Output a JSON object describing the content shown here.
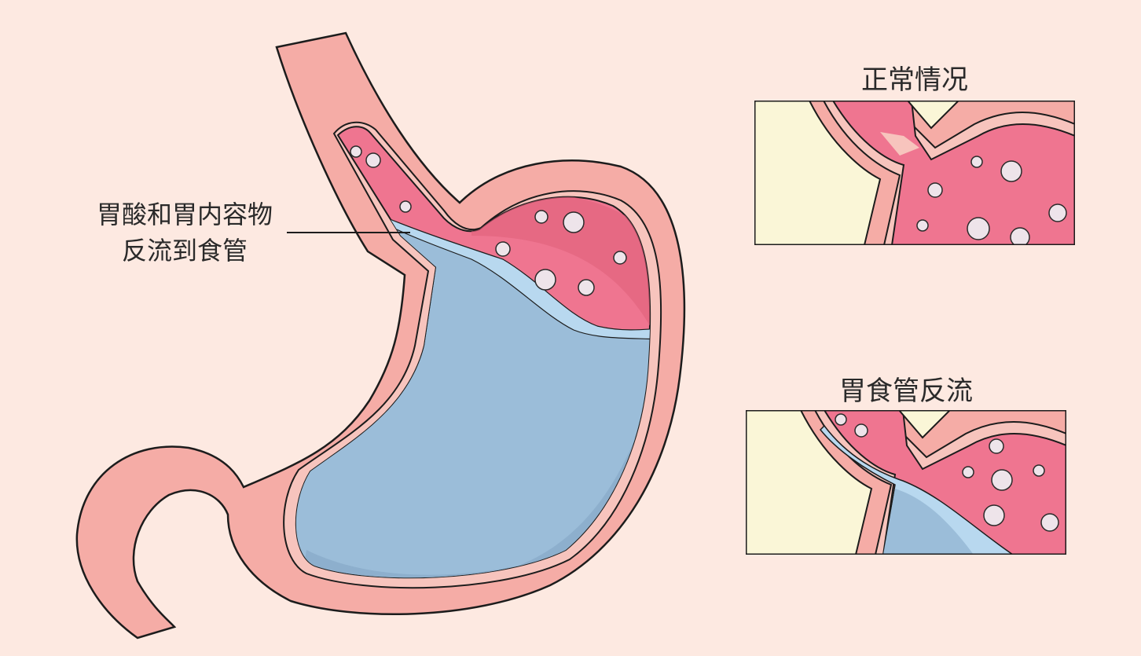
{
  "main_diagram": {
    "label_line1": "胃酸和胃内容物",
    "label_line2": "反流到食管"
  },
  "panel_normal": {
    "title": "正常情况"
  },
  "panel_reflux": {
    "title": "胃食管反流"
  },
  "colors": {
    "background": "#fde9e1",
    "outer_wall": "#f5aca6",
    "inner_wall": "#f7c4bd",
    "mucosa": "#ef7590",
    "mucosa_dark": "#e0607c",
    "acid_fluid": "#9bbdd9",
    "acid_fluid_light": "#b8d8ef",
    "liver": "#faf6d7",
    "outline": "#1c1c1c"
  }
}
